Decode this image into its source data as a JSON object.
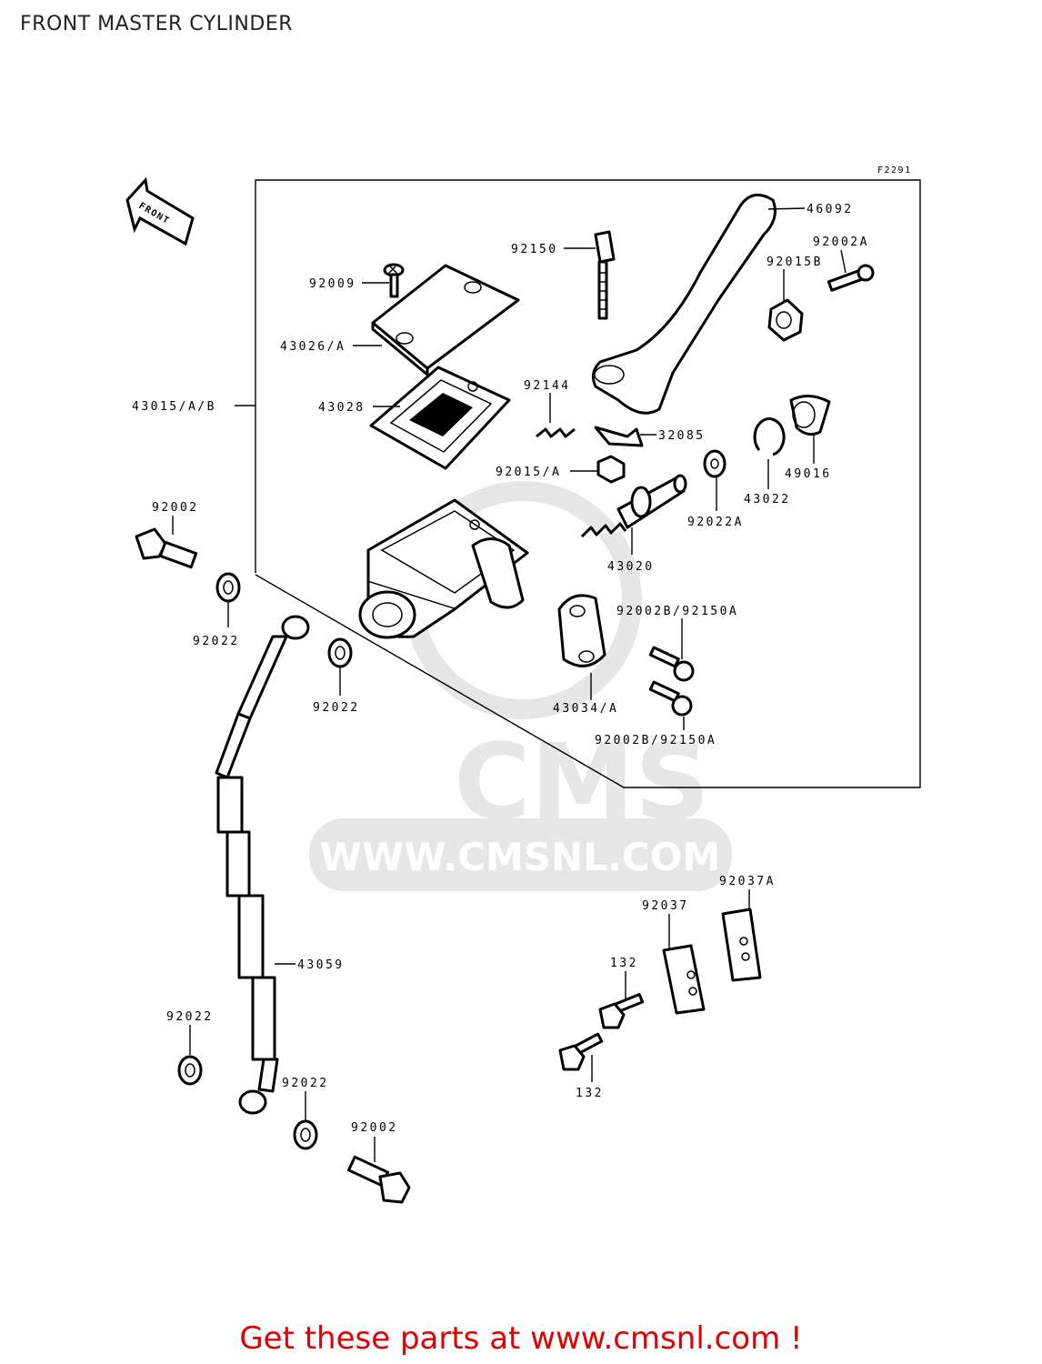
{
  "title": "FRONT MASTER CYLINDER",
  "figure_code": "F2291",
  "direction_arrow": "FRONT",
  "watermark": {
    "brand": "CMS",
    "url": "WWW.CMSNL.COM",
    "color": "#e6e6e6"
  },
  "labels": {
    "l46092": "46092",
    "l92150": "92150",
    "l92002A": "92002A",
    "l92015B": "92015B",
    "l92009": "92009",
    "l43026A": "43026/A",
    "l43015AB": "43015/A/B",
    "l92144": "92144",
    "l43028": "43028",
    "l32085": "32085",
    "l92015A": "92015/A",
    "l49016": "49016",
    "l43022": "43022",
    "l92022A": "92022A",
    "l92002_top": "92002",
    "l43020": "43020",
    "l92002B_1": "92002B/92150A",
    "l92022_a": "92022",
    "l92022_b": "92022",
    "l43034A": "43034/A",
    "l92002B_2": "92002B/92150A",
    "l92037A": "92037A",
    "l92037": "92037",
    "l43059": "43059",
    "l132_a": "132",
    "l92022_c": "92022",
    "l92022_d": "92022",
    "l132_b": "132",
    "l92002_bottom": "92002"
  },
  "footer": "Get these parts at www.cmsnl.com !",
  "colors": {
    "line": "#000000",
    "footer": "#e00000",
    "background": "#ffffff"
  }
}
